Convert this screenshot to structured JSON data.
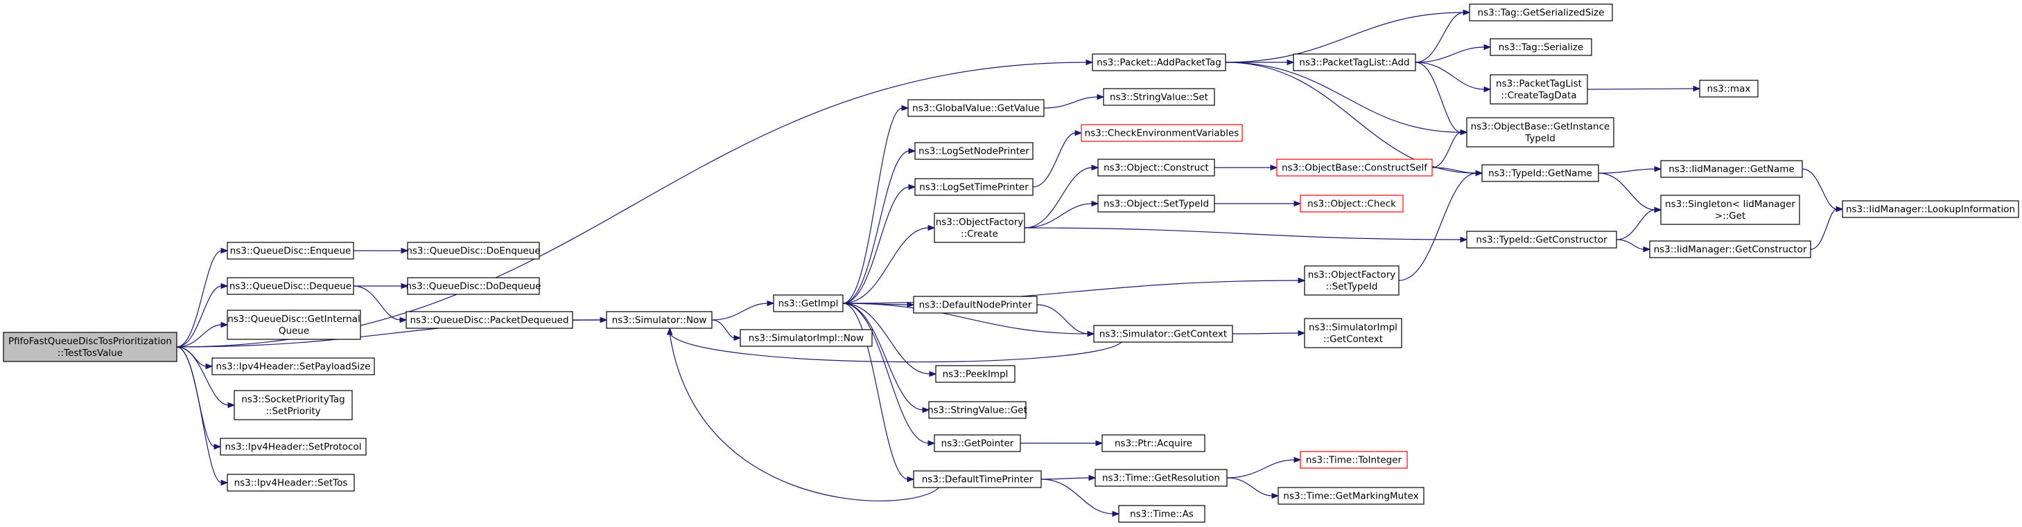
{
  "nodes": [
    {
      "id": "root",
      "lines": [
        "PfifoFastQueueDiscTosPrioritization",
        "::TestTosValue"
      ],
      "style": "root"
    },
    {
      "id": "enqueue",
      "lines": [
        "ns3::QueueDisc::Enqueue"
      ]
    },
    {
      "id": "dequeue",
      "lines": [
        "ns3::QueueDisc::Dequeue"
      ]
    },
    {
      "id": "getinternalqueue",
      "lines": [
        "ns3::QueueDisc::GetInternal",
        "Queue"
      ]
    },
    {
      "id": "setpayloadsize",
      "lines": [
        "ns3::Ipv4Header::SetPayloadSize"
      ]
    },
    {
      "id": "setpriority",
      "lines": [
        "ns3::SocketPriorityTag",
        "::SetPriority"
      ]
    },
    {
      "id": "setprotocol",
      "lines": [
        "ns3::Ipv4Header::SetProtocol"
      ]
    },
    {
      "id": "settos",
      "lines": [
        "ns3::Ipv4Header::SetTos"
      ]
    },
    {
      "id": "doenqueue",
      "lines": [
        "ns3::QueueDisc::DoEnqueue"
      ]
    },
    {
      "id": "dodequeue",
      "lines": [
        "ns3::QueueDisc::DoDequeue"
      ]
    },
    {
      "id": "packetdequeued",
      "lines": [
        "ns3::QueueDisc::PacketDequeued"
      ]
    },
    {
      "id": "simnow",
      "lines": [
        "ns3::Simulator::Now"
      ]
    },
    {
      "id": "getimpl",
      "lines": [
        "ns3::GetImpl"
      ]
    },
    {
      "id": "simimplnow",
      "lines": [
        "ns3::SimulatorImpl::Now"
      ]
    },
    {
      "id": "addpackettag",
      "lines": [
        "ns3::Packet::AddPacketTag"
      ]
    },
    {
      "id": "globalvalueget",
      "lines": [
        "ns3::GlobalValue::GetValue"
      ]
    },
    {
      "id": "stringvalueset",
      "lines": [
        "ns3::StringValue::Set"
      ]
    },
    {
      "id": "lognodeprinter",
      "lines": [
        "ns3::LogSetNodePrinter"
      ]
    },
    {
      "id": "logtimeprinter",
      "lines": [
        "ns3::LogSetTimePrinter"
      ]
    },
    {
      "id": "checkenv",
      "lines": [
        "ns3::CheckEnvironmentVariables"
      ],
      "style": "red"
    },
    {
      "id": "objfactcreate",
      "lines": [
        "ns3::ObjectFactory",
        "::Create"
      ]
    },
    {
      "id": "objconstruct",
      "lines": [
        "ns3::Object::Construct"
      ]
    },
    {
      "id": "objsettypeid",
      "lines": [
        "ns3::Object::SetTypeId"
      ]
    },
    {
      "id": "constructself",
      "lines": [
        "ns3::ObjectBase::ConstructSelf"
      ],
      "style": "red"
    },
    {
      "id": "objcheck",
      "lines": [
        "ns3::Object::Check"
      ],
      "style": "red"
    },
    {
      "id": "typeidgetname",
      "lines": [
        "ns3::TypeId::GetName"
      ]
    },
    {
      "id": "typeidgetconstructor",
      "lines": [
        "ns3::TypeId::GetConstructor"
      ]
    },
    {
      "id": "objfactsettypeid",
      "lines": [
        "ns3::ObjectFactory",
        "::SetTypeId"
      ]
    },
    {
      "id": "defaultnodeprinter",
      "lines": [
        "ns3::DefaultNodePrinter"
      ]
    },
    {
      "id": "simgetcontext",
      "lines": [
        "ns3::Simulator::GetContext"
      ]
    },
    {
      "id": "simimplgetcontext",
      "lines": [
        "ns3::SimulatorImpl",
        "::GetContext"
      ]
    },
    {
      "id": "peekimpl",
      "lines": [
        "ns3::PeekImpl"
      ]
    },
    {
      "id": "stringvalueget",
      "lines": [
        "ns3::StringValue::Get"
      ]
    },
    {
      "id": "getpointer",
      "lines": [
        "ns3::GetPointer"
      ]
    },
    {
      "id": "ptracquire",
      "lines": [
        "ns3::Ptr::Acquire"
      ]
    },
    {
      "id": "defaulttimeprinter",
      "lines": [
        "ns3::DefaultTimePrinter"
      ]
    },
    {
      "id": "timegetresolution",
      "lines": [
        "ns3::Time::GetResolution"
      ]
    },
    {
      "id": "timetointeger",
      "lines": [
        "ns3::Time::ToInteger"
      ],
      "style": "red"
    },
    {
      "id": "timegetmarkingmutex",
      "lines": [
        "ns3::Time::GetMarkingMutex"
      ]
    },
    {
      "id": "timeas",
      "lines": [
        "ns3::Time::As"
      ]
    },
    {
      "id": "tagserializedsize",
      "lines": [
        "ns3::Tag::GetSerializedSize"
      ]
    },
    {
      "id": "packettaglistadd",
      "lines": [
        "ns3::PacketTagList::Add"
      ]
    },
    {
      "id": "tagserialize",
      "lines": [
        "ns3::Tag::Serialize"
      ]
    },
    {
      "id": "createtagdata",
      "lines": [
        "ns3::PacketTagList",
        "::CreateTagData"
      ]
    },
    {
      "id": "nsmax",
      "lines": [
        "ns3::max"
      ]
    },
    {
      "id": "getinstancetypeid",
      "lines": [
        "ns3::ObjectBase::GetInstance",
        "TypeId"
      ]
    },
    {
      "id": "iidgetname",
      "lines": [
        "ns3::IidManager::GetName"
      ]
    },
    {
      "id": "singletonget",
      "lines": [
        "ns3::Singleton< IidManager",
        " >::Get"
      ]
    },
    {
      "id": "iidgetconstructor",
      "lines": [
        "ns3::IidManager::GetConstructor"
      ]
    },
    {
      "id": "lookupinfo",
      "lines": [
        "ns3::IidManager::LookupInformation"
      ]
    }
  ],
  "edges": [
    [
      "root",
      "enqueue"
    ],
    [
      "root",
      "dequeue"
    ],
    [
      "root",
      "getinternalqueue"
    ],
    [
      "root",
      "setpayloadsize"
    ],
    [
      "root",
      "setpriority"
    ],
    [
      "root",
      "setprotocol"
    ],
    [
      "root",
      "settos"
    ],
    [
      "root",
      "addpackettag"
    ],
    [
      "root",
      "simnow"
    ],
    [
      "enqueue",
      "doenqueue"
    ],
    [
      "dequeue",
      "dodequeue"
    ],
    [
      "dequeue",
      "packetdequeued"
    ],
    [
      "packetdequeued",
      "simnow"
    ],
    [
      "simnow",
      "getimpl"
    ],
    [
      "simnow",
      "simimplnow"
    ],
    [
      "getimpl",
      "globalvalueget"
    ],
    [
      "getimpl",
      "lognodeprinter"
    ],
    [
      "getimpl",
      "logtimeprinter"
    ],
    [
      "getimpl",
      "objfactcreate"
    ],
    [
      "getimpl",
      "objfactsettypeid"
    ],
    [
      "getimpl",
      "defaultnodeprinter"
    ],
    [
      "getimpl",
      "simgetcontext"
    ],
    [
      "getimpl",
      "peekimpl"
    ],
    [
      "getimpl",
      "stringvalueget"
    ],
    [
      "getimpl",
      "getpointer"
    ],
    [
      "getimpl",
      "defaulttimeprinter"
    ],
    [
      "globalvalueget",
      "stringvalueset"
    ],
    [
      "logtimeprinter",
      "checkenv"
    ],
    [
      "objfactcreate",
      "objconstruct"
    ],
    [
      "objfactcreate",
      "objsettypeid"
    ],
    [
      "objfactcreate",
      "typeidgetconstructor"
    ],
    [
      "objconstruct",
      "constructself"
    ],
    [
      "objsettypeid",
      "objcheck"
    ],
    [
      "constructself",
      "getinstancetypeid"
    ],
    [
      "constructself",
      "typeidgetname"
    ],
    [
      "objfactsettypeid",
      "typeidgetname"
    ],
    [
      "defaultnodeprinter",
      "simgetcontext"
    ],
    [
      "simgetcontext",
      "simimplgetcontext"
    ],
    [
      "simgetcontext",
      "simnow"
    ],
    [
      "getpointer",
      "ptracquire"
    ],
    [
      "defaulttimeprinter",
      "timegetresolution"
    ],
    [
      "defaulttimeprinter",
      "timeas"
    ],
    [
      "defaulttimeprinter",
      "simnow"
    ],
    [
      "timegetresolution",
      "timetointeger"
    ],
    [
      "timegetresolution",
      "timegetmarkingmutex"
    ],
    [
      "addpackettag",
      "tagserializedsize"
    ],
    [
      "addpackettag",
      "packettaglistadd"
    ],
    [
      "addpackettag",
      "getinstancetypeid"
    ],
    [
      "addpackettag",
      "typeidgetname"
    ],
    [
      "packettaglistadd",
      "tagserializedsize"
    ],
    [
      "packettaglistadd",
      "tagserialize"
    ],
    [
      "packettaglistadd",
      "createtagdata"
    ],
    [
      "packettaglistadd",
      "getinstancetypeid"
    ],
    [
      "createtagdata",
      "nsmax"
    ],
    [
      "typeidgetname",
      "iidgetname"
    ],
    [
      "typeidgetname",
      "singletonget"
    ],
    [
      "typeidgetconstructor",
      "singletonget"
    ],
    [
      "typeidgetconstructor",
      "iidgetconstructor"
    ],
    [
      "iidgetname",
      "lookupinfo"
    ],
    [
      "iidgetconstructor",
      "lookupinfo"
    ]
  ]
}
